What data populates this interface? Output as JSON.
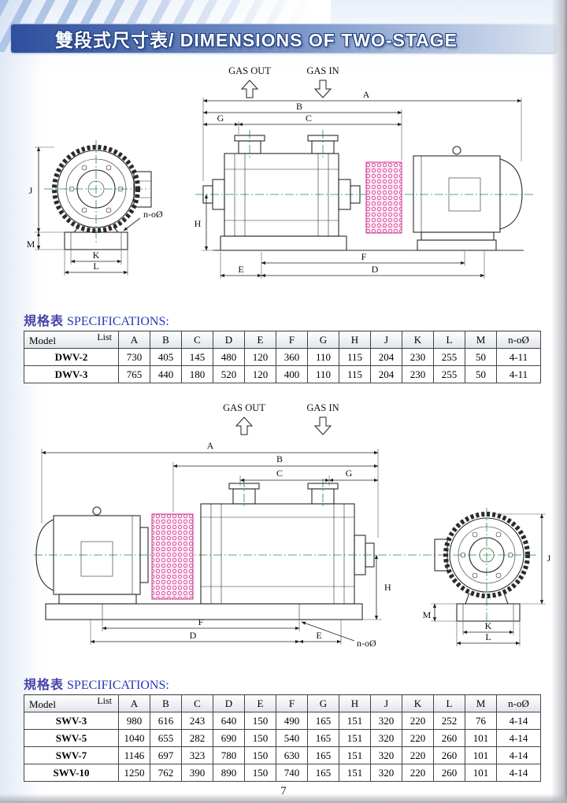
{
  "header": {
    "title": "雙段式尺寸表/ DIMENSIONS OF TWO-STAGE"
  },
  "footer": {
    "page_number": "7"
  },
  "section1": {
    "heading": {
      "zh": "規格表",
      "en": "SPECIFICATIONS:"
    },
    "diagram": {
      "gas_out": "GAS OUT",
      "gas_in": "GAS IN",
      "dims": {
        "A": "A",
        "B": "B",
        "C": "C",
        "D": "D",
        "E": "E",
        "F": "F",
        "G": "G",
        "H": "H",
        "J": "J",
        "K": "K",
        "L": "L",
        "M": "M",
        "n": "n-oØ"
      }
    },
    "table": {
      "corner": {
        "top": "List",
        "bottom": "Model"
      },
      "columns": [
        "A",
        "B",
        "C",
        "D",
        "E",
        "F",
        "G",
        "H",
        "J",
        "K",
        "L",
        "M",
        "n-oØ"
      ],
      "rows": [
        {
          "model": "DWV-2",
          "values": [
            "730",
            "405",
            "145",
            "480",
            "120",
            "360",
            "110",
            "115",
            "204",
            "230",
            "255",
            "50",
            "4-11"
          ]
        },
        {
          "model": "DWV-3",
          "values": [
            "765",
            "440",
            "180",
            "520",
            "120",
            "400",
            "110",
            "115",
            "204",
            "230",
            "255",
            "50",
            "4-11"
          ]
        }
      ]
    }
  },
  "section2": {
    "heading": {
      "zh": "規格表",
      "en": "SPECIFICATIONS:"
    },
    "diagram": {
      "gas_out": "GAS OUT",
      "gas_in": "GAS IN",
      "dims": {
        "A": "A",
        "B": "B",
        "C": "C",
        "D": "D",
        "E": "E",
        "F": "F",
        "G": "G",
        "H": "H",
        "J": "J",
        "K": "K",
        "L": "L",
        "M": "M",
        "n": "n-oØ"
      }
    },
    "table": {
      "corner": {
        "top": "List",
        "bottom": "Model"
      },
      "columns": [
        "A",
        "B",
        "C",
        "D",
        "E",
        "F",
        "G",
        "H",
        "J",
        "K",
        "L",
        "M",
        "n-oØ"
      ],
      "rows": [
        {
          "model": "SWV-3",
          "values": [
            "980",
            "616",
            "243",
            "640",
            "150",
            "490",
            "165",
            "151",
            "320",
            "220",
            "252",
            "76",
            "4-14"
          ]
        },
        {
          "model": "SWV-5",
          "values": [
            "1040",
            "655",
            "282",
            "690",
            "150",
            "540",
            "165",
            "151",
            "320",
            "220",
            "260",
            "101",
            "4-14"
          ]
        },
        {
          "model": "SWV-7",
          "values": [
            "1146",
            "697",
            "323",
            "780",
            "150",
            "630",
            "165",
            "151",
            "320",
            "220",
            "260",
            "101",
            "4-14"
          ]
        },
        {
          "model": "SWV-10",
          "values": [
            "1250",
            "762",
            "390",
            "890",
            "150",
            "740",
            "165",
            "151",
            "320",
            "220",
            "260",
            "101",
            "4-14"
          ]
        }
      ]
    }
  }
}
